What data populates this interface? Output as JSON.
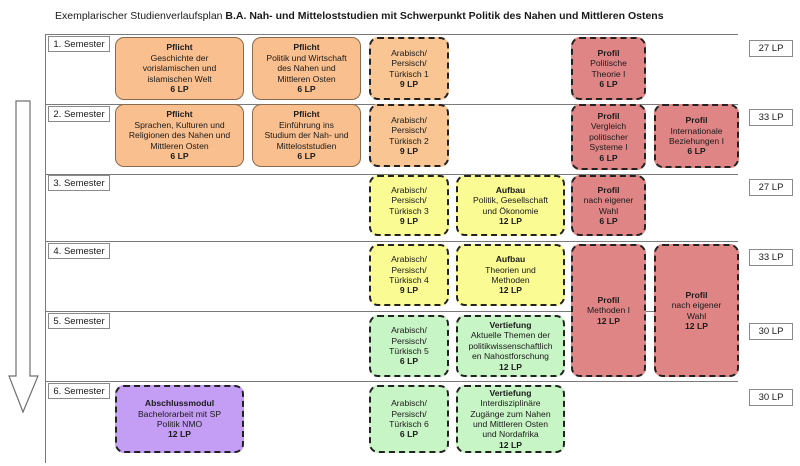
{
  "title": {
    "prefix": "Exemplarischer Studienverlaufsplan ",
    "bold": "B.A. Nah- und Mitteloststudien mit Schwerpunkt Politik des Nahen und Mittleren Ostens"
  },
  "semesters": [
    {
      "label": "1. Semester",
      "lp": "27 LP"
    },
    {
      "label": "2. Semester",
      "lp": "33 LP"
    },
    {
      "label": "3. Semester",
      "lp": "27 LP"
    },
    {
      "label": "4. Semester",
      "lp": "33 LP"
    },
    {
      "label": "5. Semester",
      "lp": "30 LP"
    },
    {
      "label": "6. Semester",
      "lp": "30 LP"
    }
  ],
  "modules": {
    "p1": {
      "title": "Pflicht",
      "lines": [
        "Geschichte der",
        "vorislamischen und",
        "islamischen Welt"
      ],
      "lp": "6 LP"
    },
    "p2": {
      "title": "Pflicht",
      "lines": [
        "Politik und Wirtschaft",
        "des Nahen und",
        "Mittleren Osten"
      ],
      "lp": "6 LP"
    },
    "p3": {
      "title": "Pflicht",
      "lines": [
        "Sprachen, Kulturen und",
        "Religionen des Nahen und",
        "Mittleren Osten"
      ],
      "lp": "6 LP"
    },
    "p4": {
      "title": "Pflicht",
      "lines": [
        "Einführung ins",
        "Studium der Nah- und",
        "Mitteloststudien"
      ],
      "lp": "6 LP"
    },
    "l1": {
      "lines": [
        "Arabisch/",
        "Persisch/",
        "Türkisch 1"
      ],
      "lp": "9 LP"
    },
    "l2": {
      "lines": [
        "Arabisch/",
        "Persisch/",
        "Türkisch 2"
      ],
      "lp": "9 LP"
    },
    "l3": {
      "lines": [
        "Arabisch/",
        "Persisch/",
        "Türkisch 3"
      ],
      "lp": "9 LP"
    },
    "l4": {
      "lines": [
        "Arabisch/",
        "Persisch/",
        "Türkisch 4"
      ],
      "lp": "9 LP"
    },
    "l5": {
      "lines": [
        "Arabisch/",
        "Persisch/",
        "Türkisch 5"
      ],
      "lp": "6 LP"
    },
    "l6": {
      "lines": [
        "Arabisch/",
        "Persisch/",
        "Türkisch 6"
      ],
      "lp": "6 LP"
    },
    "a1": {
      "title": "Aufbau",
      "lines": [
        "Politik, Gesellschaft",
        "und Ökonomie"
      ],
      "lp": "12 LP"
    },
    "a2": {
      "title": "Aufbau",
      "lines": [
        "Theorien und",
        "Methoden"
      ],
      "lp": "12 LP"
    },
    "v1": {
      "title": "Vertiefung",
      "lines": [
        "Aktuelle Themen der",
        "politikwissenschaftlich",
        "en Nahostforschung"
      ],
      "lp": "12 LP"
    },
    "v2": {
      "title": "Vertiefung",
      "lines": [
        "Interdisziplinäre",
        "Zugänge zum Nahen",
        "und Mittleren Osten",
        "und Nordafrika"
      ],
      "lp": "12 LP"
    },
    "pr1": {
      "title": "Profil",
      "lines": [
        "Politische",
        "Theorie I"
      ],
      "lp": "6 LP"
    },
    "pr2": {
      "title": "Profil",
      "lines": [
        "Vergleich",
        "politischer",
        "Systeme I"
      ],
      "lp": "6 LP"
    },
    "pr3": {
      "title": "Profil",
      "lines": [
        "Internationale",
        "Beziehungen I"
      ],
      "lp": "6 LP"
    },
    "pr4": {
      "title": "Profil",
      "lines": [
        "nach eigener",
        "Wahl"
      ],
      "lp": "6 LP"
    },
    "pr5": {
      "title": "Profil",
      "lines": [
        "Methoden I"
      ],
      "lp": "12 LP"
    },
    "pr6": {
      "title": "Profil",
      "lines": [
        "nach eigener",
        "Wahl"
      ],
      "lp": "12 LP"
    },
    "ab": {
      "title": "Abschlussmodul",
      "lines": [
        "Bachelorarbeit mit SP",
        "Politik NMO"
      ],
      "lp": "12 LP"
    }
  }
}
